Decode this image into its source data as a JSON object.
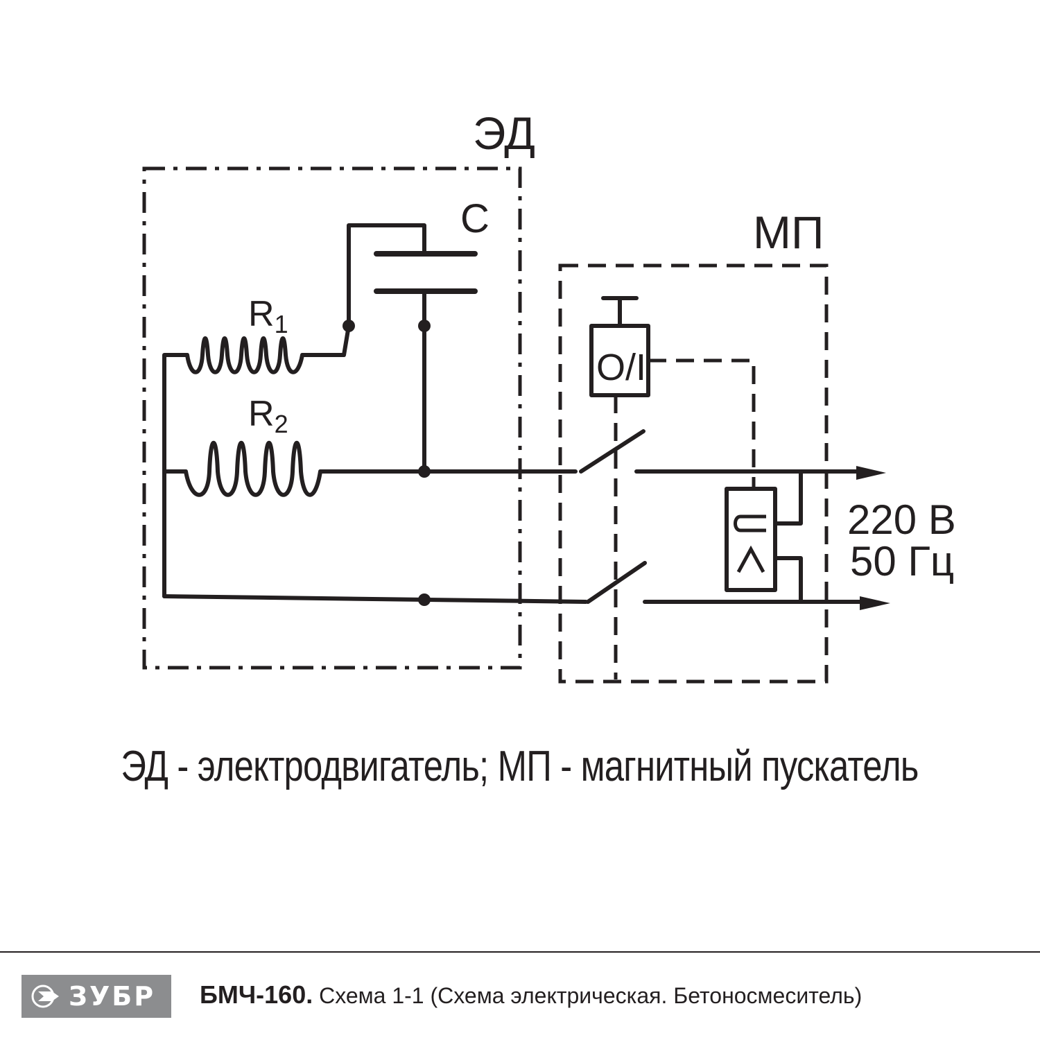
{
  "diagram": {
    "labels": {
      "motor_block": "ЭД",
      "starter_block": "МП",
      "capacitor": "C",
      "winding1_letter": "R",
      "winding1_sub": "1",
      "winding2_letter": "R",
      "winding2_sub": "2",
      "switch_label": "O/I",
      "voltage": "220 В",
      "frequency": "50 Гц"
    },
    "caption": "ЭД - электродвигатель; МП - магнитный пускатель"
  },
  "footer": {
    "brand": "ЗУБР",
    "model": "БМЧ-160.",
    "description": " Схема 1-1 (Схема электрическая. Бетоносмеситель)"
  },
  "colors": {
    "ink": "#231f20",
    "logo_bg": "#8c8d8f",
    "background": "#ffffff"
  }
}
